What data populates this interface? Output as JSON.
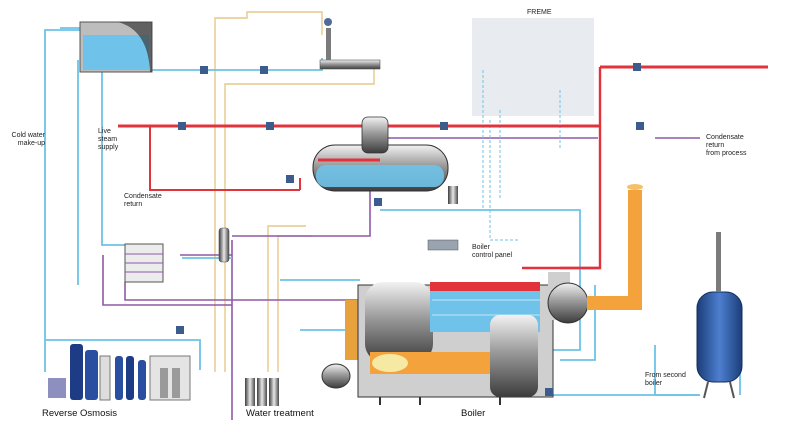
{
  "labels": {
    "freme": "FREME",
    "cold_water_makeup": "Cold water\nmake-up",
    "live_steam_supply": "Live\nsteam\nsupply",
    "condensate_return_left": "Condensate\nreturn",
    "condensate_return_process": "Condensate\nreturn\nfrom process",
    "boiler_control_panel": "Boiler\ncontrol panel",
    "from_second_boiler": "From second\nboiler"
  },
  "captions": {
    "reverse_osmosis": "Reverse Osmosis",
    "water_treatment": "Water treatment",
    "boiler": "Boiler"
  },
  "colors": {
    "steam": "#e0333c",
    "water": "#6cc3e8",
    "condensate": "#8e5aa6",
    "chemical": "#e6c98a",
    "flue": "#f4a23c",
    "vessel": "#2f5ea8"
  }
}
